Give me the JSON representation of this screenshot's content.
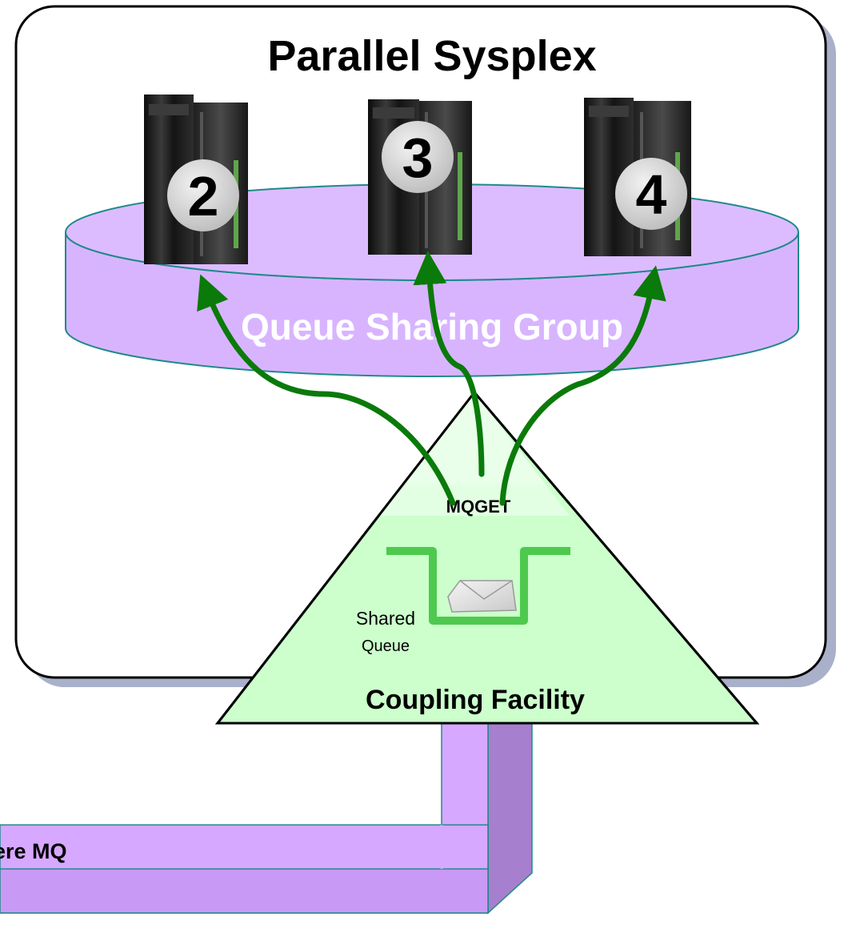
{
  "title": "Parallel Sysplex",
  "group_label": "Queue Sharing Group",
  "servers": [
    {
      "number": "2"
    },
    {
      "number": "3"
    },
    {
      "number": "4"
    }
  ],
  "coupling_facility": {
    "label": "Coupling Facility",
    "mqget_label": "MQGET",
    "queue_label_line1": "Shared",
    "queue_label_line2": "Queue"
  },
  "network_label": "ere MQ",
  "colors": {
    "sysplex_border": "#000000",
    "shadow": "#a9b0c9",
    "qsg_fill": "#d8b4ff",
    "qsg_stroke": "#1f8a8a",
    "cf_fill": "#ccffcc",
    "queue_green": "#4ec94e",
    "arrow_green": "#0a7a0a",
    "pipe_light": "#d6a8ff",
    "pipe_dark": "#a77fcf",
    "server_dark": "#1c1c1c",
    "badge_fill": "#d4d4d4"
  }
}
